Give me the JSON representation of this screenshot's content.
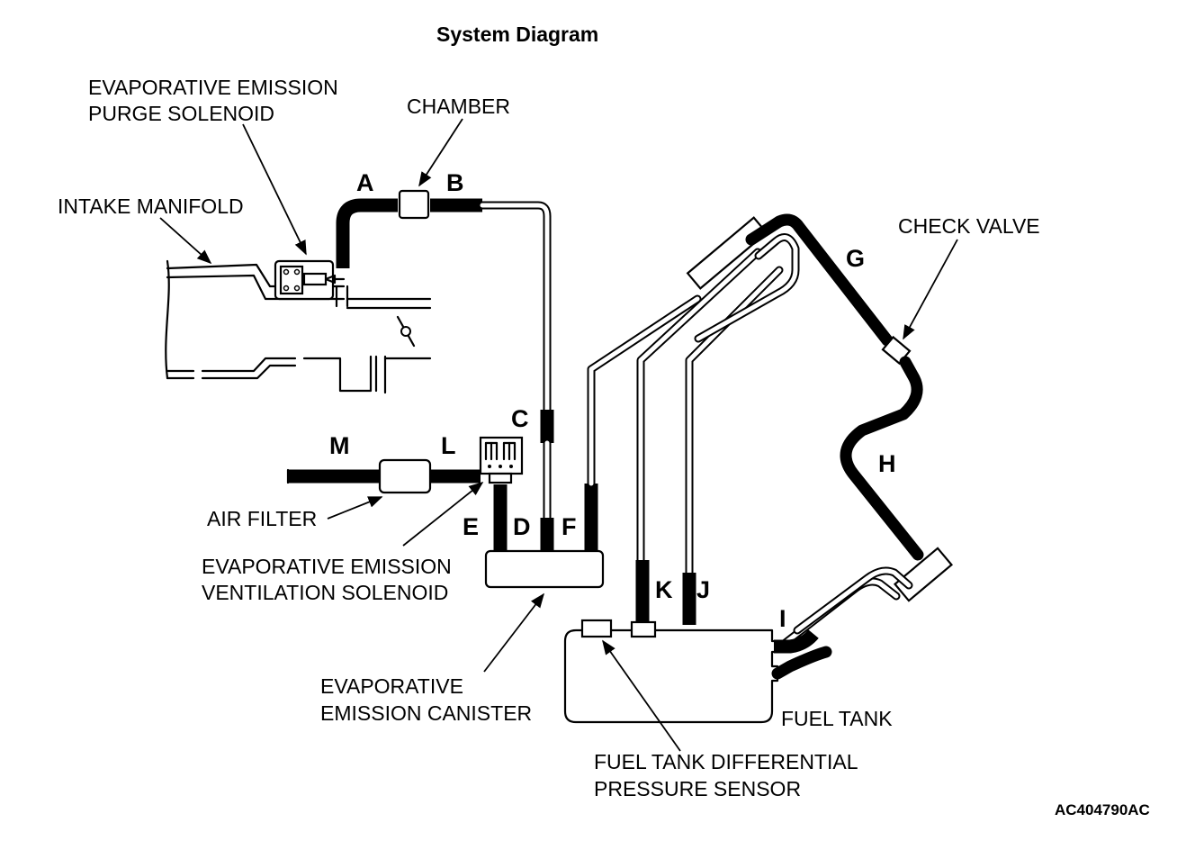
{
  "title": "System Diagram",
  "labels": {
    "purge_solenoid_line1": "EVAPORATIVE EMISSION",
    "purge_solenoid_line2": "PURGE SOLENOID",
    "chamber": "CHAMBER",
    "intake_manifold": "INTAKE MANIFOLD",
    "check_valve": "CHECK VALVE",
    "air_filter": "AIR FILTER",
    "vent_solenoid_line1": "EVAPORATIVE EMISSION",
    "vent_solenoid_line2": "VENTILATION SOLENOID",
    "canister_line1": "EVAPORATIVE",
    "canister_line2": "EMISSION CANISTER",
    "fuel_tank": "FUEL TANK",
    "sensor_line1": "FUEL TANK DIFFERENTIAL",
    "sensor_line2": "PRESSURE SENSOR"
  },
  "hose_letters": {
    "A": "A",
    "B": "B",
    "C": "C",
    "D": "D",
    "E": "E",
    "F": "F",
    "G": "G",
    "H": "H",
    "I": "I",
    "J": "J",
    "K": "K",
    "L": "L",
    "M": "M"
  },
  "figure_code": "AC404790AC"
}
